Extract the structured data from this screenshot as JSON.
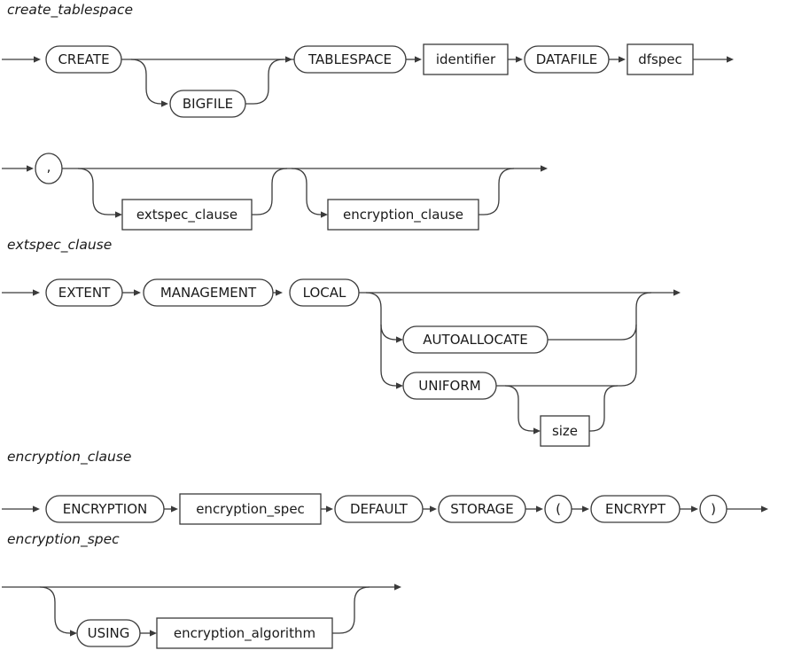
{
  "page": {
    "background": "#ffffff",
    "line_color": "#3a3a3a",
    "text_color": "#1a1a1a"
  },
  "diagrams": {
    "create_tablespace": {
      "title": "create_tablespace",
      "row1": {
        "create": {
          "label": "CREATE",
          "type": "keyword"
        },
        "bigfile": {
          "label": "BIGFILE",
          "type": "keyword"
        },
        "tablespace": {
          "label": "TABLESPACE",
          "type": "keyword"
        },
        "identifier": {
          "label": "identifier",
          "type": "nonterminal"
        },
        "datafile": {
          "label": "DATAFILE",
          "type": "keyword"
        },
        "dfspec": {
          "label": "dfspec",
          "type": "nonterminal"
        }
      },
      "row2": {
        "comma": {
          "label": ",",
          "type": "keyword"
        },
        "extspec_clause": {
          "label": "extspec_clause",
          "type": "nonterminal"
        },
        "encryption_clause": {
          "label": "encryption_clause",
          "type": "nonterminal"
        }
      }
    },
    "extspec_clause": {
      "title": "extspec_clause",
      "nodes": {
        "extent": {
          "label": "EXTENT",
          "type": "keyword"
        },
        "management": {
          "label": "MANAGEMENT",
          "type": "keyword"
        },
        "local": {
          "label": "LOCAL",
          "type": "keyword"
        },
        "autoallocate": {
          "label": "AUTOALLOCATE",
          "type": "keyword"
        },
        "uniform": {
          "label": "UNIFORM",
          "type": "keyword"
        },
        "size": {
          "label": "size",
          "type": "nonterminal"
        }
      }
    },
    "encryption_clause": {
      "title": "encryption_clause",
      "nodes": {
        "encryption": {
          "label": "ENCRYPTION",
          "type": "keyword"
        },
        "encryption_spec": {
          "label": "encryption_spec",
          "type": "nonterminal"
        },
        "default": {
          "label": "DEFAULT",
          "type": "keyword"
        },
        "storage": {
          "label": "STORAGE",
          "type": "keyword"
        },
        "open_paren": {
          "label": "(",
          "type": "keyword"
        },
        "encrypt": {
          "label": "ENCRYPT",
          "type": "keyword"
        },
        "close_paren": {
          "label": ")",
          "type": "keyword"
        }
      }
    },
    "encryption_spec": {
      "title": "encryption_spec",
      "nodes": {
        "using": {
          "label": "USING",
          "type": "keyword"
        },
        "encryption_algorithm": {
          "label": "encryption_algorithm",
          "type": "nonterminal"
        }
      }
    }
  }
}
